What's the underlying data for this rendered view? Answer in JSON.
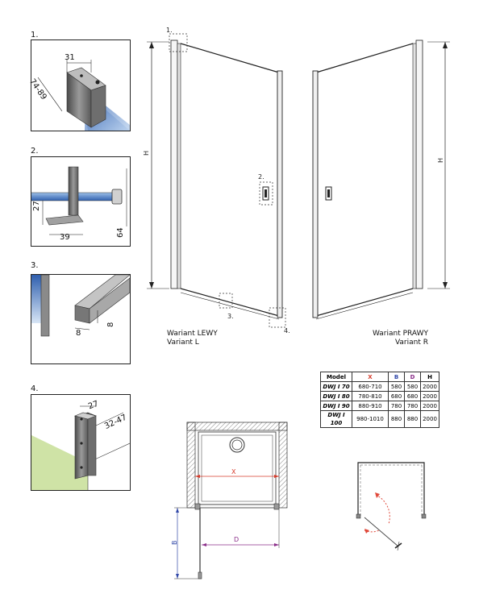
{
  "details": {
    "d1": {
      "number": "1.",
      "dim_a": "31",
      "dim_b": "74-89"
    },
    "d2": {
      "number": "2.",
      "dim_a": "27",
      "dim_b": "39",
      "dim_c": "64"
    },
    "d3": {
      "number": "3.",
      "dim_a": "8",
      "dim_b": "8"
    },
    "d4": {
      "number": "4.",
      "dim_a": "27",
      "dim_b": "32-47"
    }
  },
  "left_door": {
    "height_label": "H",
    "callouts": [
      "1.",
      "2.",
      "3.",
      "4."
    ],
    "variant_pl": "Wariant LEWY",
    "variant_en": "Variant L"
  },
  "right_door": {
    "height_label": "H",
    "variant_pl": "Wariant PRAWY",
    "variant_en": "Variant R"
  },
  "table": {
    "headers": [
      "Model",
      "X",
      "B",
      "D",
      "H"
    ],
    "rows": [
      [
        "DWJ I 70",
        "680-710",
        "580",
        "580",
        "2000"
      ],
      [
        "DWJ I 80",
        "780-810",
        "680",
        "680",
        "2000"
      ],
      [
        "DWJ I 90",
        "880-910",
        "780",
        "780",
        "2000"
      ],
      [
        "DWJ I 100",
        "980-1010",
        "880",
        "880",
        "2000"
      ]
    ]
  },
  "plan": {
    "x_label": "X",
    "b_label": "B",
    "d_label": "D"
  },
  "colors": {
    "x": "#d63b2b",
    "b": "#3148a8",
    "d": "#8b2f8a",
    "swing": "#e0483a",
    "wall": "#7bbf4a"
  }
}
